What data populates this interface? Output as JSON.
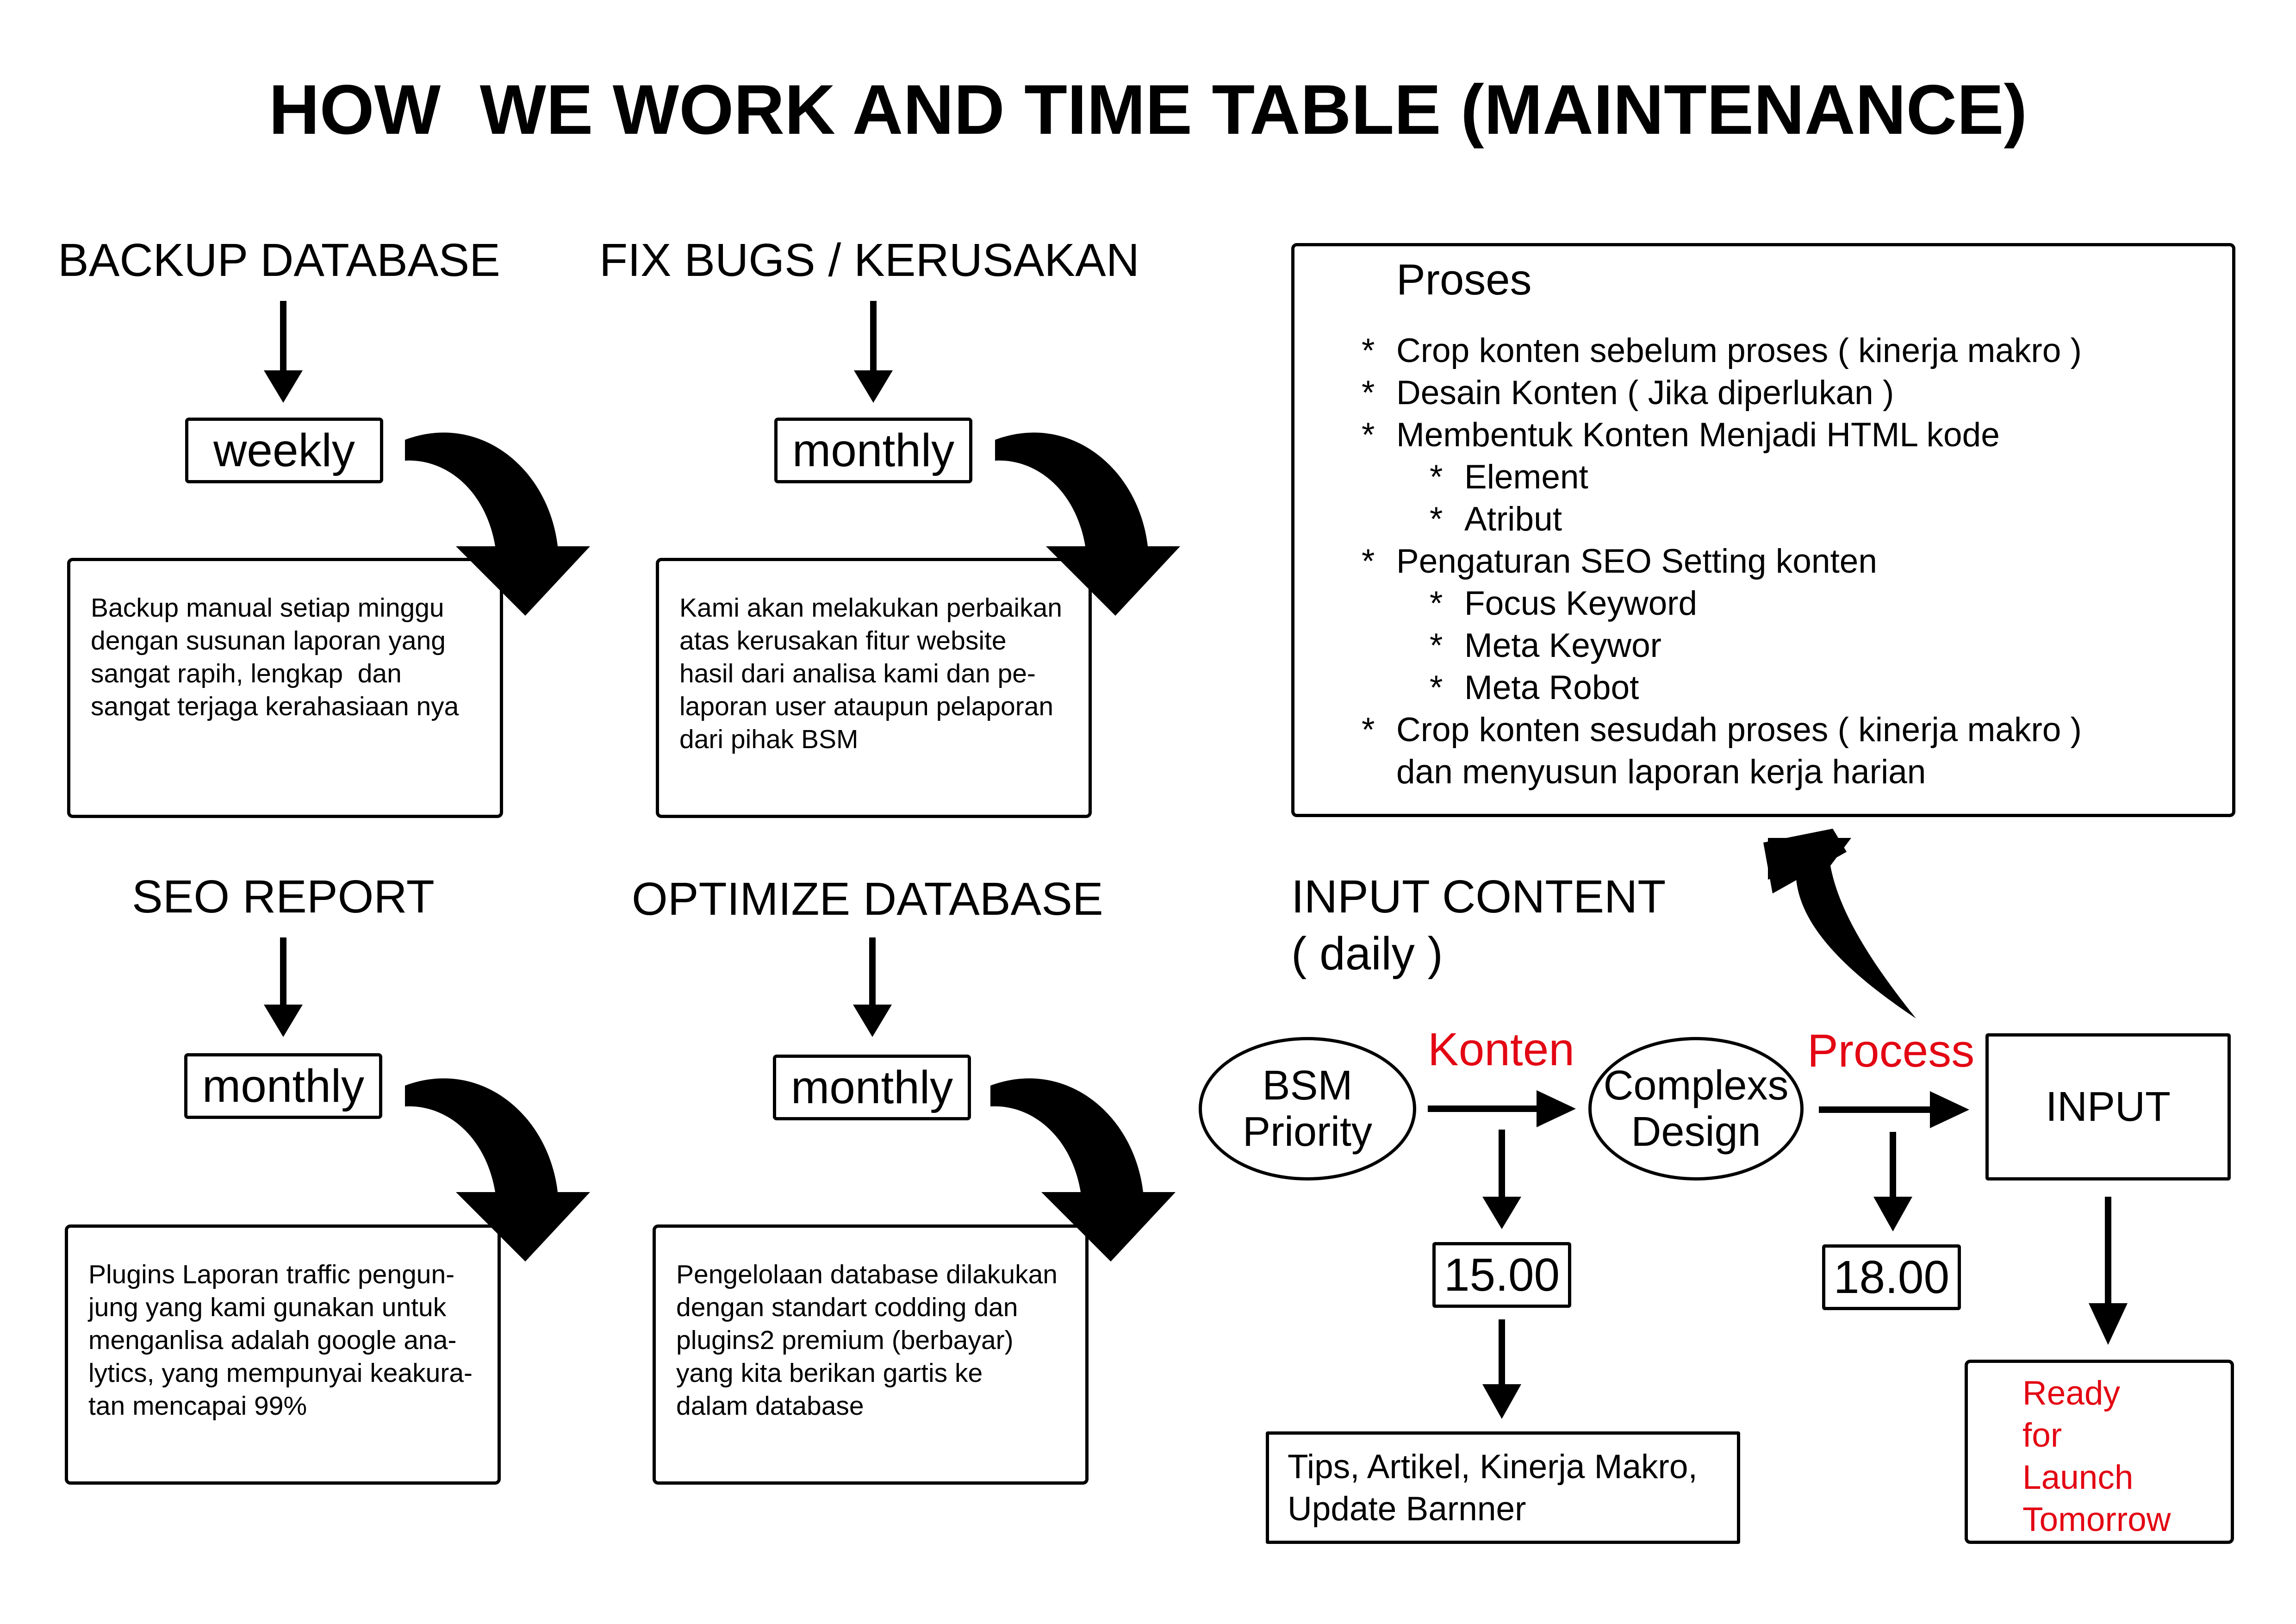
{
  "title": "HOW  WE WORK AND TIME TABLE (MAINTENANCE)",
  "colors": {
    "accent_red": "#e30613",
    "stroke": "#000000"
  },
  "tasks": [
    {
      "id": "backup",
      "heading": "BACKUP DATABASE",
      "frequency": "weekly",
      "description": "Backup manual setiap minggu\ndengan susunan laporan yang\nsangat rapih, lengkap  dan\nsangat terjaga kerahasiaan nya"
    },
    {
      "id": "fixbugs",
      "heading": "FIX BUGS / KERUSAKAN",
      "frequency": "monthly",
      "description": "Kami akan melakukan perbaikan\natas kerusakan fitur website\nhasil dari analisa kami dan pe-\nlaporan user ataupun pelaporan\ndari pihak BSM"
    },
    {
      "id": "seo",
      "heading": "SEO REPORT",
      "frequency": "monthly",
      "description": "Plugins Laporan traffic pengun-\njung yang kami gunakan untuk\nmenganlisa adalah google ana-\nlytics, yang mempunyai keakura-\ntan mencapai 99%"
    },
    {
      "id": "optimize",
      "heading": "OPTIMIZE DATABASE",
      "frequency": "monthly",
      "description": "Pengelolaan database dilakukan\ndengan standart codding dan\nplugins2 premium (berbayar)\nyang kita berikan gartis ke\ndalam database"
    }
  ],
  "proses": {
    "title": "Proses",
    "items": [
      {
        "level": 0,
        "star": "*",
        "text": "Crop konten sebelum proses ( kinerja makro )"
      },
      {
        "level": 0,
        "star": "*",
        "text": "Desain Konten ( Jika diperlukan )"
      },
      {
        "level": 0,
        "star": "*",
        "text": "Membentuk Konten Menjadi HTML kode"
      },
      {
        "level": 1,
        "star": "*",
        "text": "Element"
      },
      {
        "level": 1,
        "star": "*",
        "text": "Atribut"
      },
      {
        "level": 0,
        "star": "*",
        "text": "Pengaturan SEO Setting konten"
      },
      {
        "level": 1,
        "star": "*",
        "text": "Focus Keyword"
      },
      {
        "level": 1,
        "star": "*",
        "text": "Meta Keywor"
      },
      {
        "level": 1,
        "star": "*",
        "text": "Meta Robot"
      },
      {
        "level": 0,
        "star": "*",
        "text": "Crop konten sesudah proses ( kinerja makro )"
      },
      {
        "level": 0,
        "star": "",
        "text": "dan menyusun laporan kerja harian"
      }
    ]
  },
  "input_content": {
    "heading": "INPUT CONTENT",
    "subheading": "( daily )",
    "node_bsm": "BSM\nPriority",
    "label_konten": "Konten",
    "node_complex": "Complexs\nDesign",
    "label_process": "Process",
    "node_input": "INPUT",
    "time_1500": "15.00",
    "time_1800": "18.00",
    "tips": "Tips, Artikel, Kinerja Makro,\nUpdate Barnner",
    "ready": "Ready\nfor\nLaunch\nTomorrow"
  }
}
